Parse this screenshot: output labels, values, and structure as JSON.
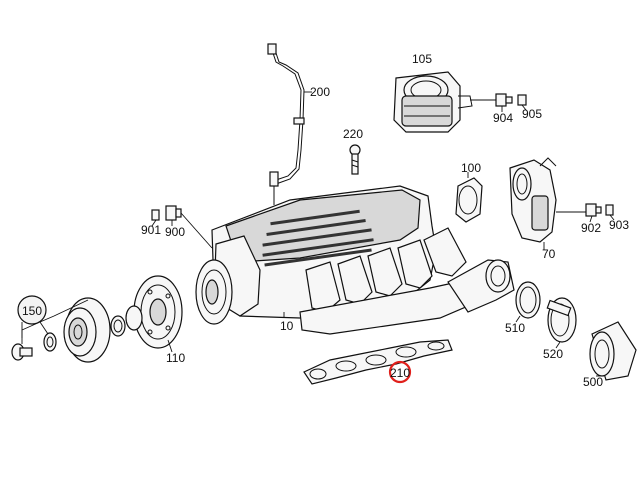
{
  "diagram": {
    "labels": {
      "l105": "105",
      "l200": "200",
      "l220": "220",
      "l904": "904",
      "l905": "905",
      "l100": "100",
      "l901": "901",
      "l900": "900",
      "l902": "902",
      "l903": "903",
      "l70": "70",
      "l150": "150",
      "l10": "10",
      "l110": "110",
      "l510": "510",
      "l520": "520",
      "l500": "500",
      "l210": "210"
    },
    "highlighted_label": "210",
    "highlight_color": "#e0201c"
  }
}
